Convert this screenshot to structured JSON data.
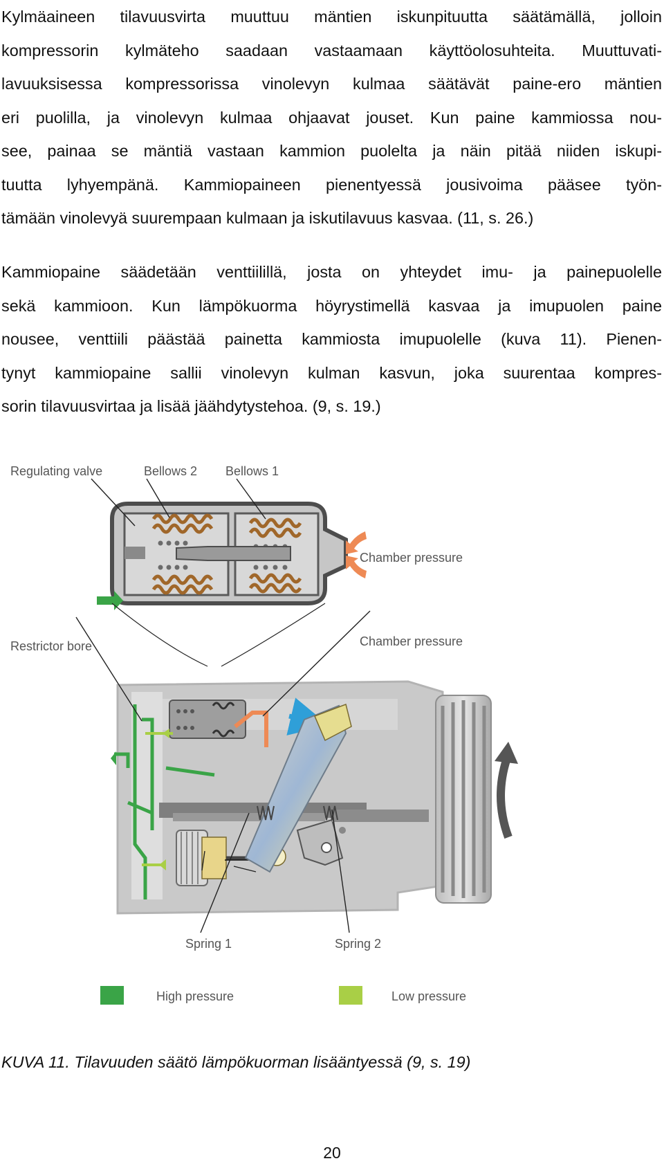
{
  "paragraphs": [
    {
      "lines": [
        "Kylmäaineen tilavuusvirta muuttuu mäntien iskunpituutta säätämällä, jolloin",
        "kompressorin kylmäteho saadaan vastaamaan käyttöolosuhteita. Muuttuvati-",
        "lavuuksisessa kompressorissa vinolevyn kulmaa säätävät paine-ero mäntien",
        "eri puolilla, ja vinolevyn kulmaa ohjaavat jouset. Kun paine kammiossa nou-",
        "see, painaa se mäntiä vastaan kammion puolelta ja näin pitää niiden iskupi-",
        "tuutta lyhyempänä. Kammiopaineen pienentyessä jousivoima pääsee työn-",
        "tämään vinolevyä suurempaan kulmaan ja iskutilavuus kasvaa. (11, s. 26.)"
      ]
    },
    {
      "lines": [
        "Kammiopaine säädetään venttiilillä, josta on yhteydet imu- ja painepuolelle",
        "sekä kammioon. Kun lämpökuorma höyrystimellä kasvaa ja imupuolen paine",
        "nousee, venttiili päästää painetta kammiosta imupuolelle (kuva 11). Pienen-",
        "tynyt kammiopaine sallii vinolevyn kulman kasvun, joka suurentaa kompres-",
        "sorin tilavuusvirtaa ja lisää jäähdytystehoa. (9, s. 19.)"
      ]
    }
  ],
  "figure": {
    "labels": {
      "regulating_valve": "Regulating valve",
      "bellows_2": "Bellows 2",
      "bellows_1": "Bellows 1",
      "chamber_pressure_top": "Chamber pressure",
      "restrictor_bore": "Restrictor bore",
      "chamber_pressure_mid": "Chamber pressure",
      "spring_1": "Spring 1",
      "spring_2": "Spring 2"
    },
    "legend": [
      {
        "label": "High pressure",
        "color": "#3aa447"
      },
      {
        "label": "Low pressure",
        "color": "#a9cf46"
      }
    ],
    "colors": {
      "housing": "#c9c9c9",
      "housing_dark": "#555555",
      "flow_high": "#3aa447",
      "flow_low": "#a9cf46",
      "chamber_arrow": "#ee8a55",
      "blue_arrow": "#2f9fd8",
      "label_text": "#555555"
    }
  },
  "caption": "KUVA 11. Tilavuuden säätö lämpökuorman lisääntyessä (9, s. 19)",
  "page_number": "20"
}
